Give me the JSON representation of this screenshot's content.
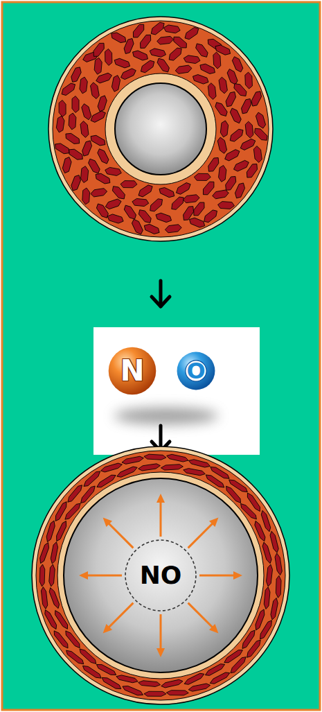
{
  "diagram": {
    "nodes": [
      {
        "text": [
          "N"
        ]
      },
      {
        "text": [
          "O"
        ]
      },
      {
        "text": [
          "NO"
        ]
      }
    ]
  }
}
